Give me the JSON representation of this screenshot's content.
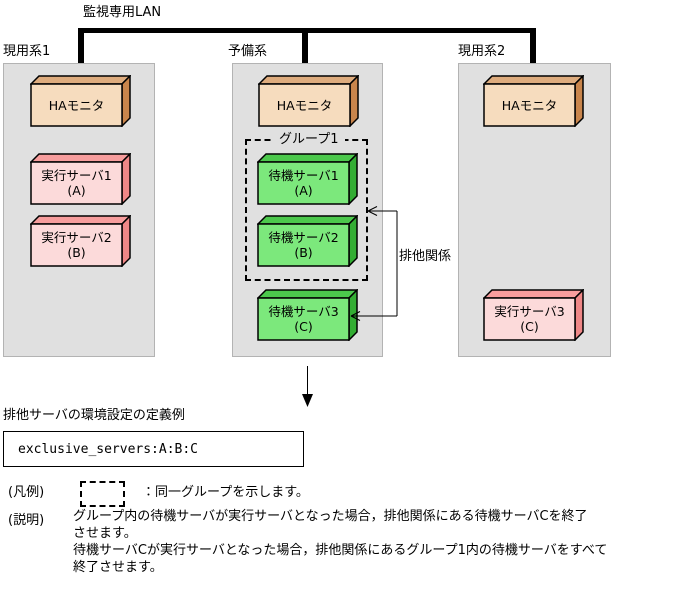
{
  "lan": {
    "label": "監視専用LAN"
  },
  "systems": {
    "active1": {
      "label": "現用系1"
    },
    "standby": {
      "label": "予備系"
    },
    "active2": {
      "label": "現用系2"
    }
  },
  "ha_monitor_label": "HAモニタ",
  "servers": {
    "exec1": {
      "name": "実行サーバ1",
      "id": "(A)"
    },
    "exec2": {
      "name": "実行サーバ2",
      "id": "(B)"
    },
    "standby1": {
      "name": "待機サーバ1",
      "id": "(A)"
    },
    "standby2": {
      "name": "待機サーバ2",
      "id": "(B)"
    },
    "standby3": {
      "name": "待機サーバ3",
      "id": "(C)"
    },
    "exec3": {
      "name": "実行サーバ3",
      "id": "(C)"
    }
  },
  "group": {
    "label": "グループ1"
  },
  "exclusion": {
    "label": "排他関係"
  },
  "definition": {
    "heading": "排他サーバの環境設定の定義例",
    "code": "exclusive_servers:A:B:C"
  },
  "legend": {
    "label": "(凡例)",
    "text": "：同一グループを示します。"
  },
  "explanation": {
    "label": "(説明)",
    "line1": "グループ内の待機サーバが実行サーバとなった場合，排他関係にある待機サーバCを終了",
    "line2": "させます。",
    "line3": "待機サーバCが実行サーバとなった場合，排他関係にあるグループ1内の待機サーバをすべて",
    "line4": "終了させます。"
  },
  "colors": {
    "panel_bg": "#e0e0e0",
    "lan_line": "#000000",
    "ha_front": "#f6dcbe",
    "ha_top": "#deac7e",
    "ha_side": "#c9854c",
    "exec_front": "#fcdada",
    "exec_top": "#f79d9d",
    "exec_side": "#ef8787",
    "standby_front": "#7ce87c",
    "standby_top": "#4cc84c",
    "standby_side": "#33ad33"
  }
}
